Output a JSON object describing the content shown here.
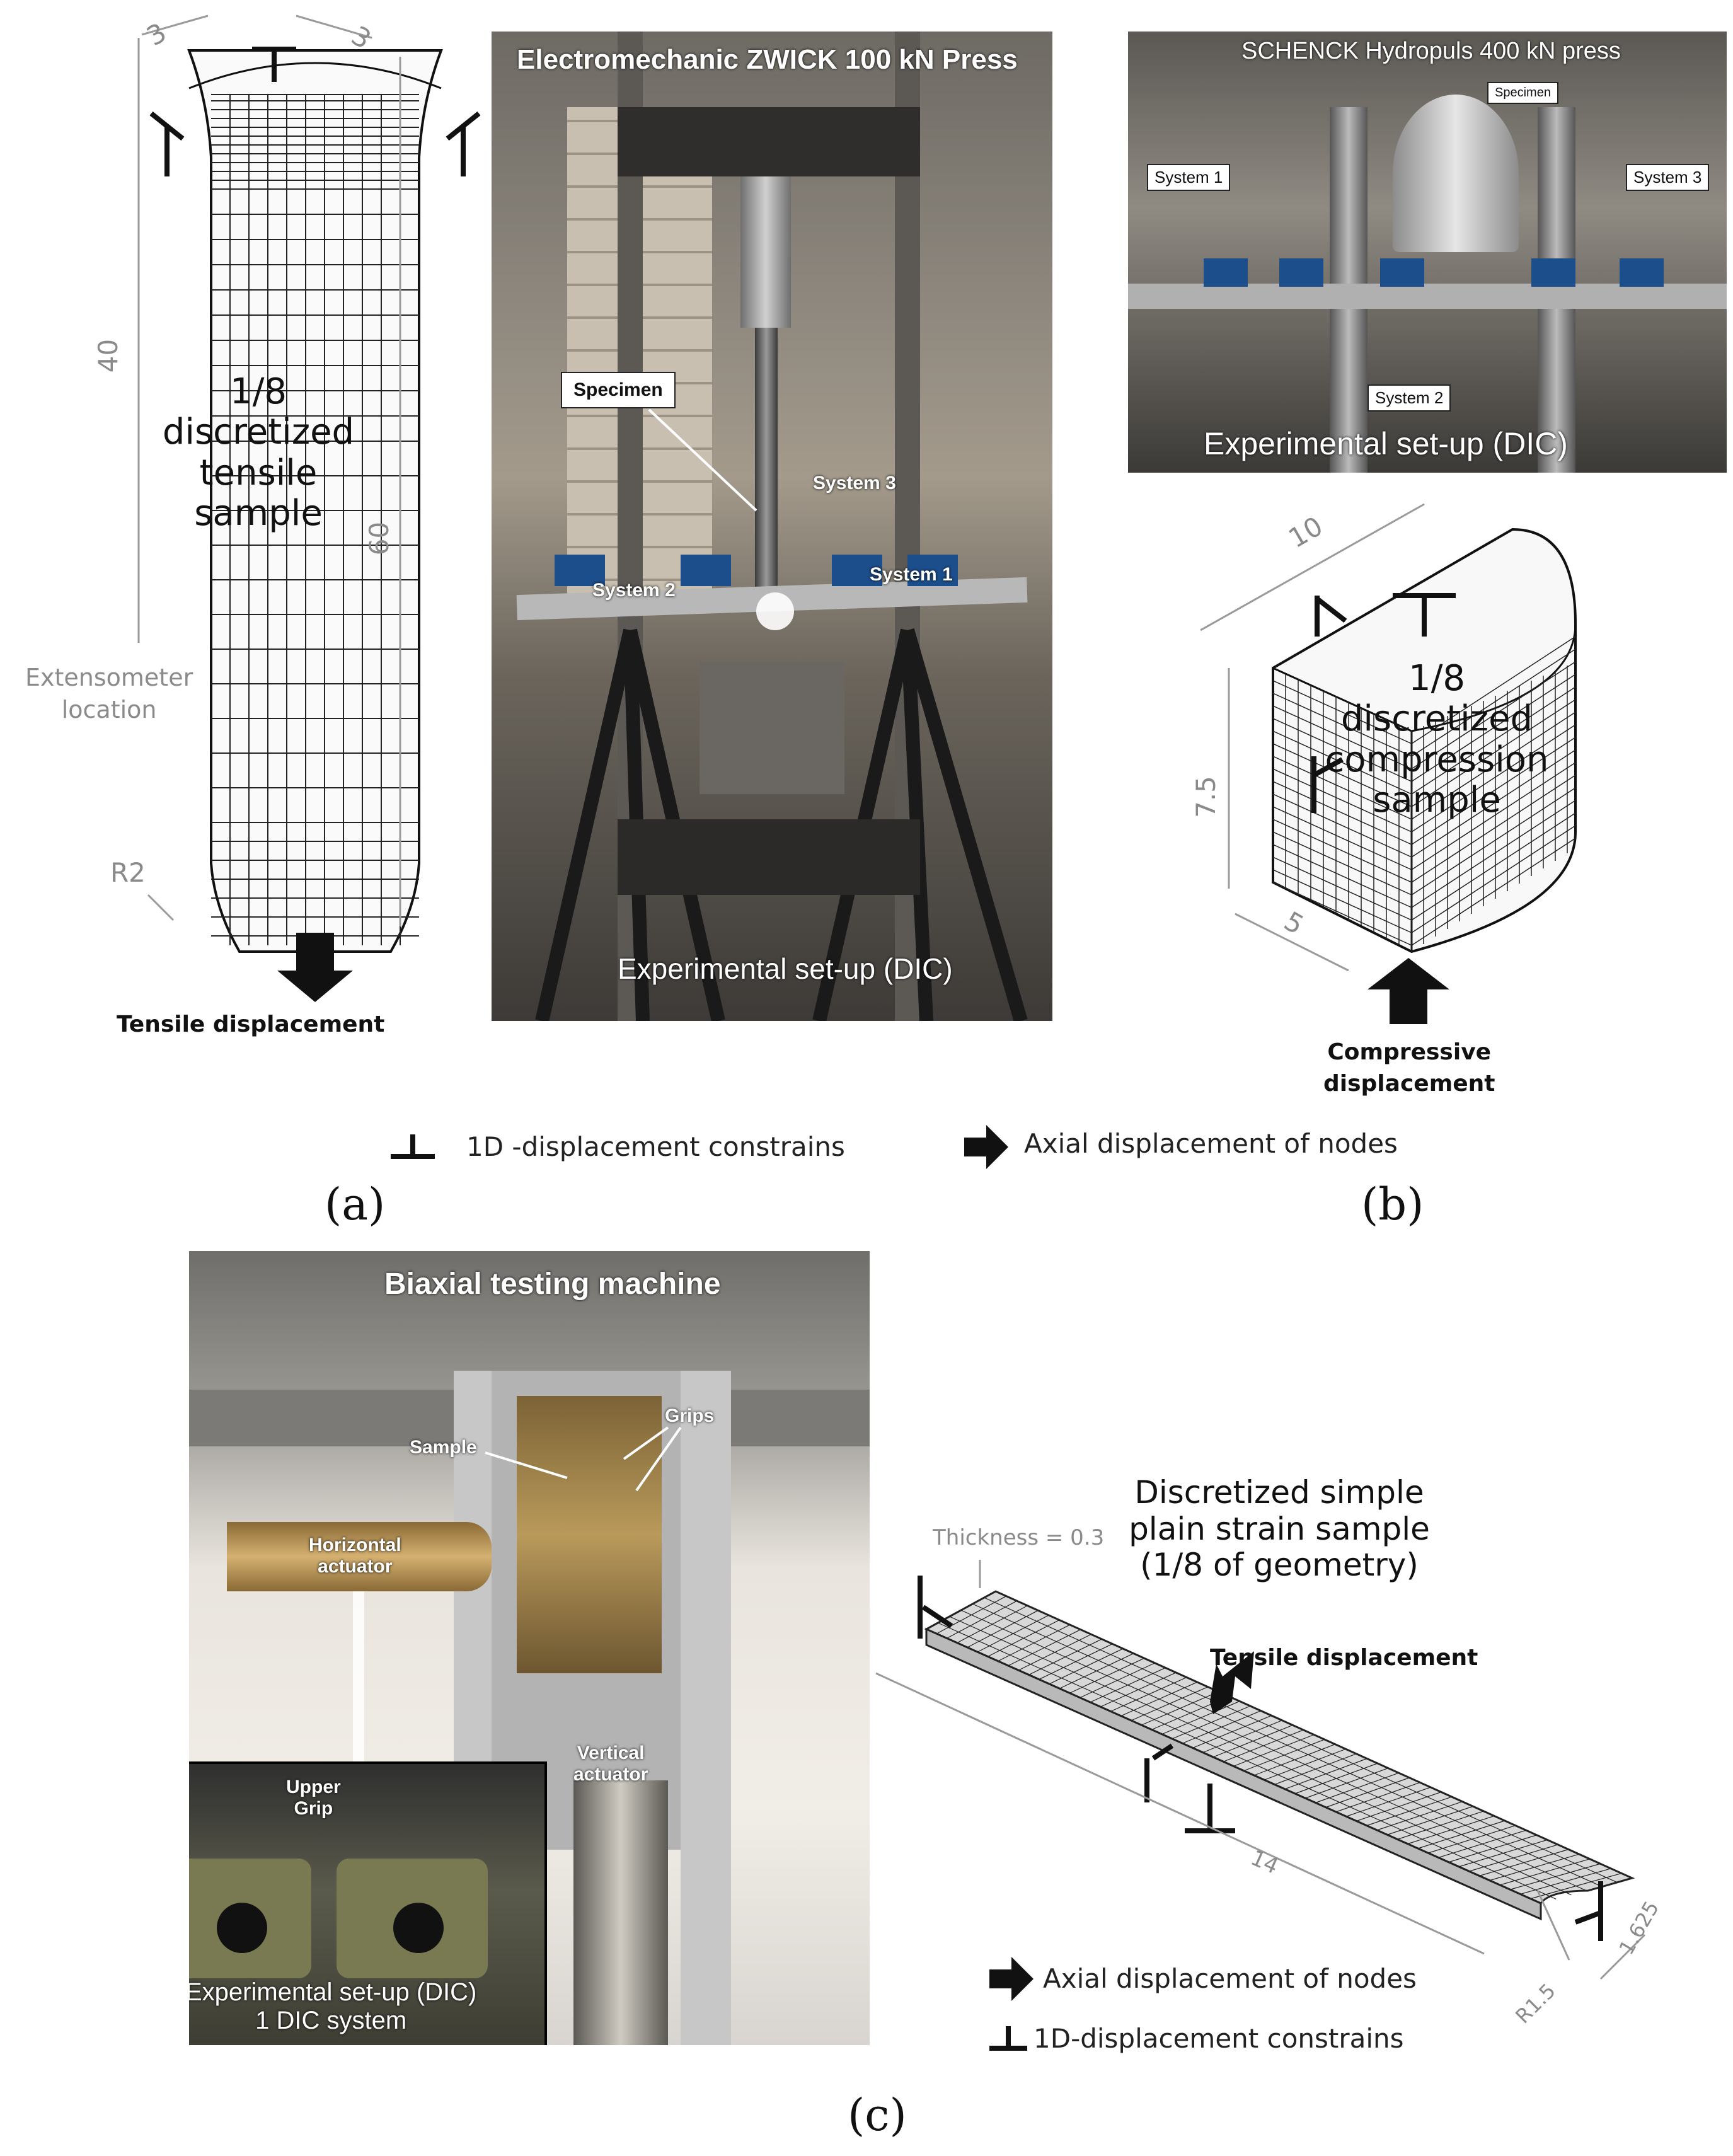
{
  "panel_a": {
    "tensile_caption": "1/8\ndiscretized\ntensile\nsample",
    "dim_top_left": "3",
    "dim_top_right": "3",
    "dim_40": "40",
    "dim_60": "60",
    "dim_r2": "R2",
    "extensometer_label": "Extensometer\nlocation",
    "tensile_displacement": "Tensile displacement",
    "photo_title": "Electromechanic ZWICK 100 kN Press",
    "specimen_label": "Specimen",
    "system1": "System 1",
    "system2": "System 2",
    "system3": "System 3",
    "setup_label": "Experimental set-up (DIC)",
    "letter": "(a)"
  },
  "panel_b": {
    "photo_title": "SCHENCK Hydropuls 400 kN press",
    "specimen_label": "Specimen",
    "system1": "System 1",
    "system2": "System 2",
    "system3": "System 3",
    "setup_label": "Experimental set-up (DIC)",
    "compression_caption": "1/8\ndiscretized\ncompression\nsample",
    "dim_10": "10",
    "dim_75": "7.5",
    "dim_5": "5",
    "compressive_displacement": "Compressive\ndisplacement",
    "letter": "(b)"
  },
  "legend_ab": {
    "constraint_text": "1D -displacement constrains",
    "axial_text": "Axial displacement of nodes"
  },
  "panel_c": {
    "photo_title": "Biaxial testing machine",
    "grips_label": "Grips",
    "sample_label": "Sample",
    "horizontal_actuator": "Horizontal\nactuator",
    "vertical_actuator": "Vertical\nactuator",
    "upper_grip": "Upper\nGrip",
    "inset_setup": "Experimental set-up (DIC)\n1 DIC system",
    "thickness": "Thickness = 0.3",
    "plane_caption": "Discretized simple\nplain strain sample\n(1/8 of geometry)",
    "tensile_displacement": "Tensile displacement",
    "dim_14": "14",
    "dim_1625": "1.625",
    "dim_r15": "R1.5",
    "legend_axial": "Axial displacement of nodes",
    "legend_constraint": "1D-displacement constrains",
    "letter": "(c)"
  }
}
